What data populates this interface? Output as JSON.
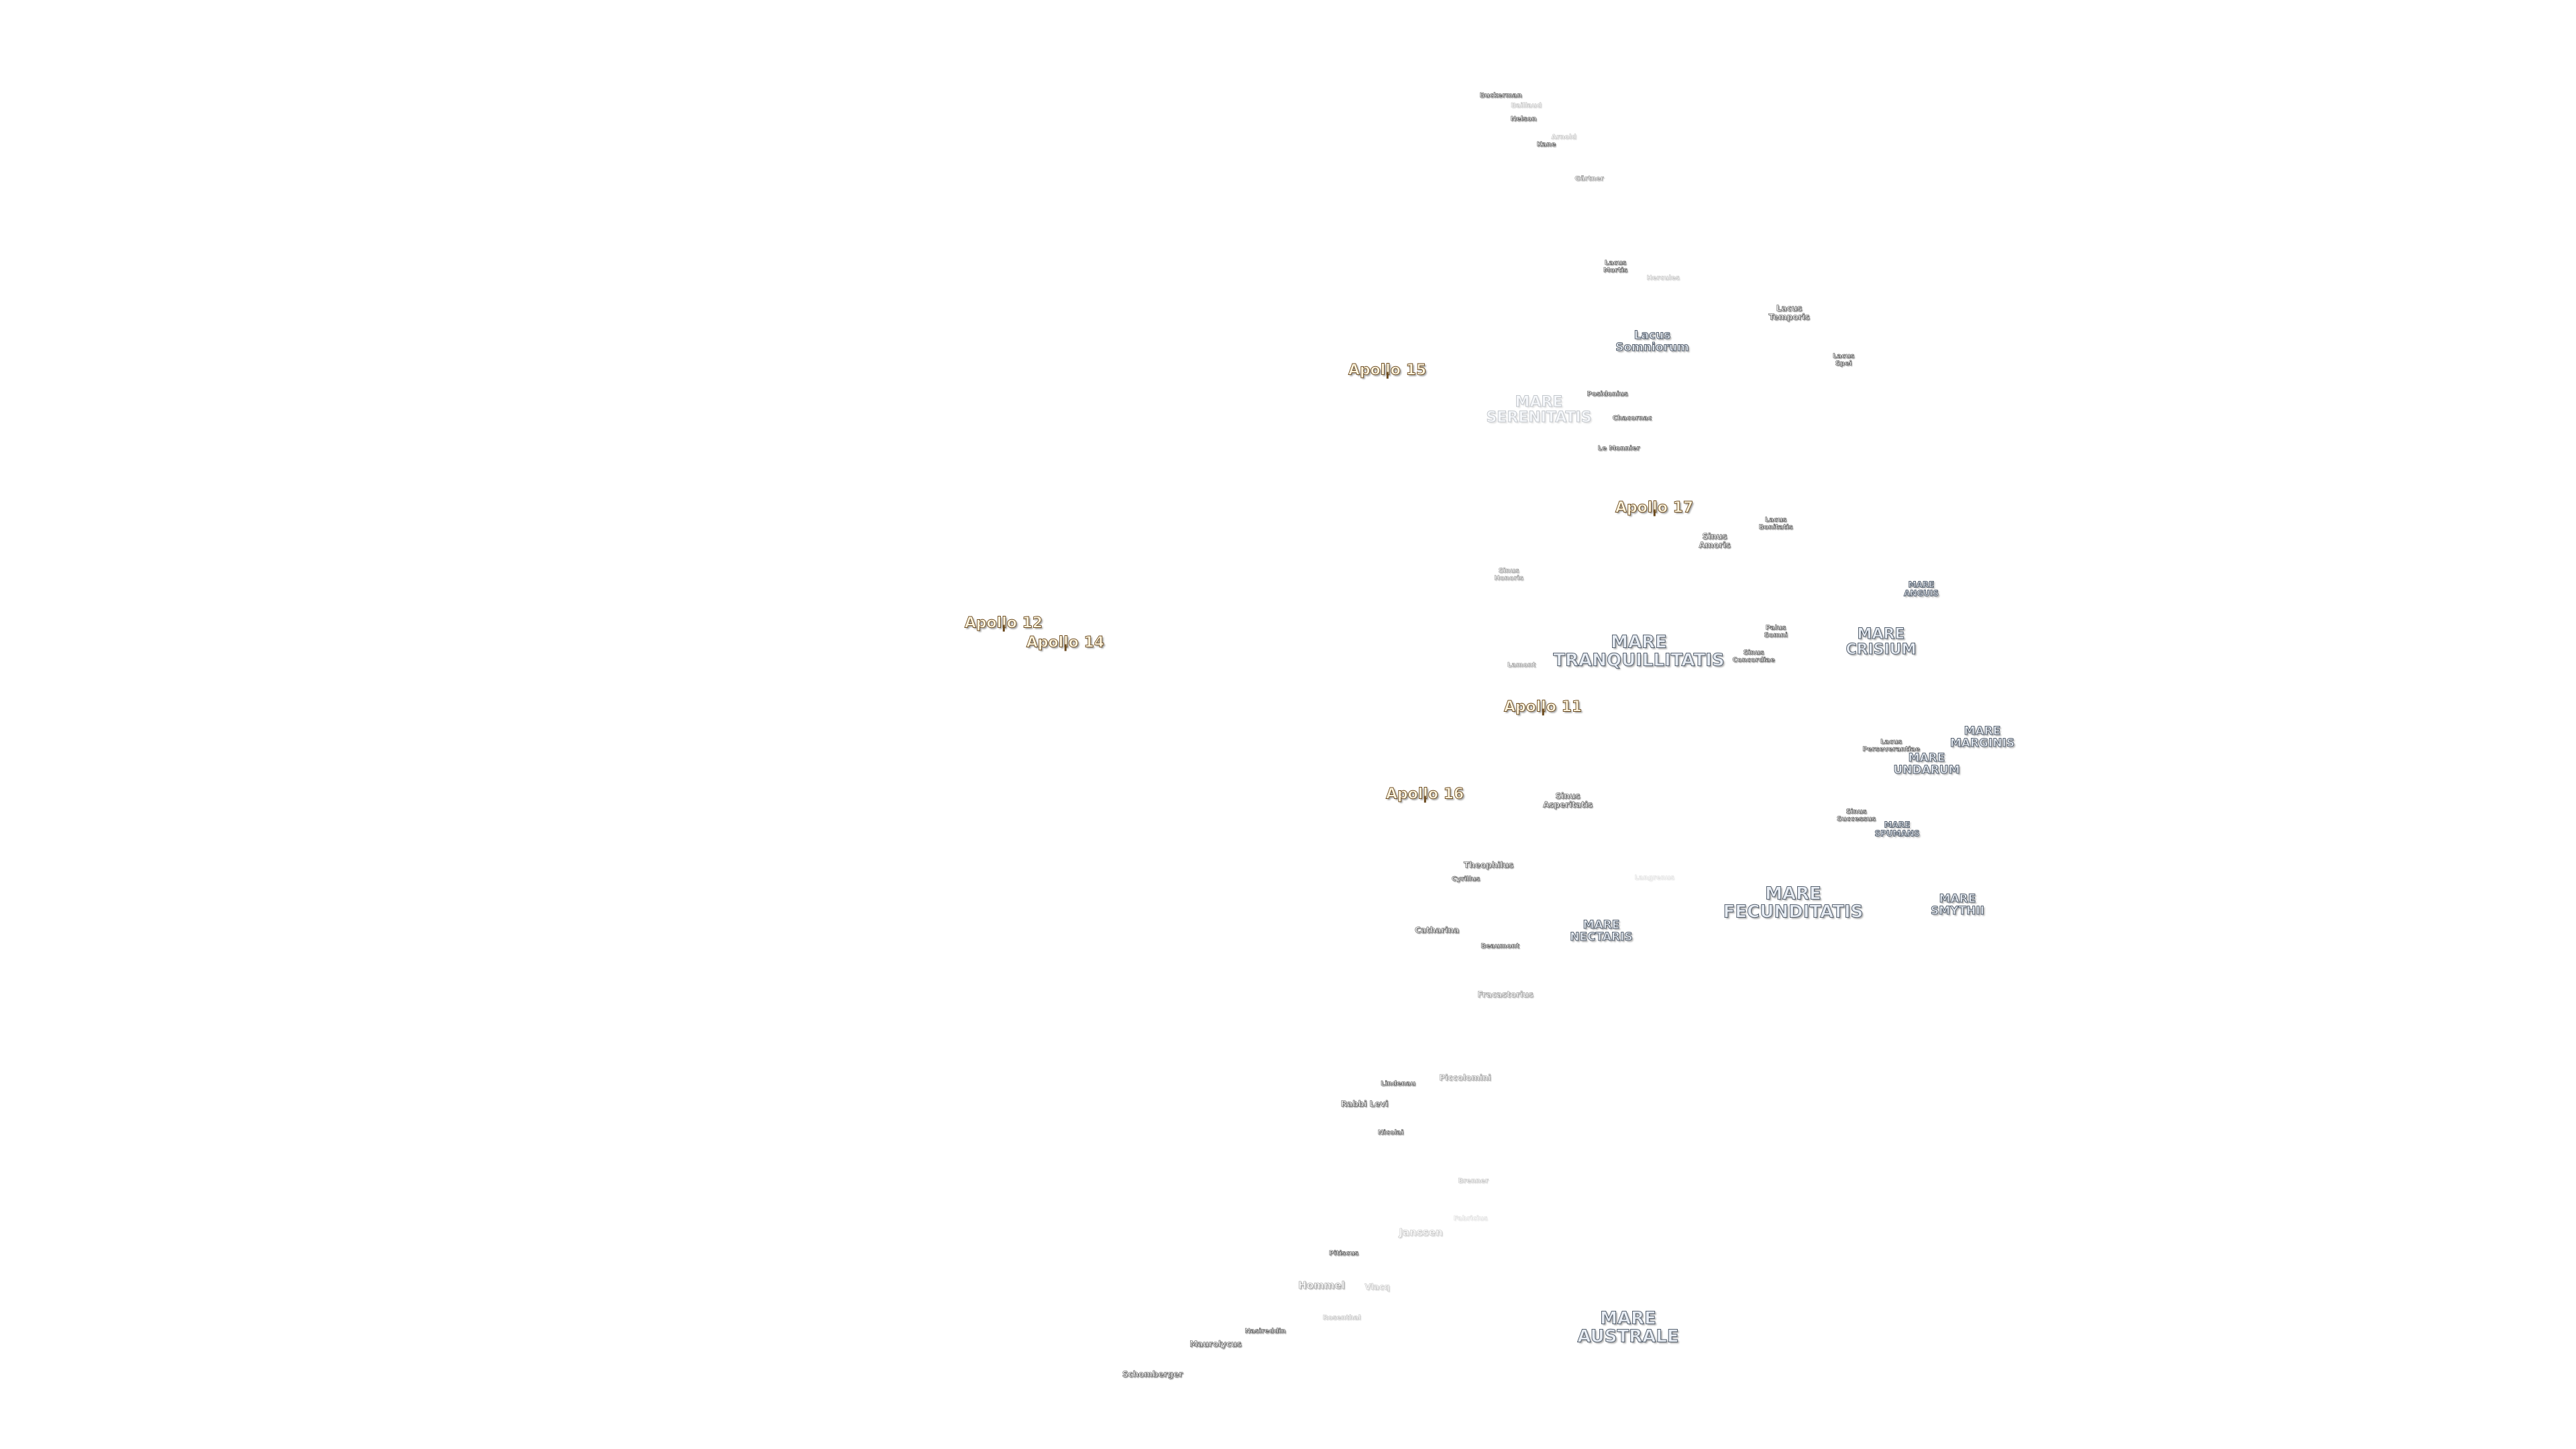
{
  "map": {
    "apollo_sites": [
      {
        "id": "apollo-15",
        "label": "Apollo 15"
      },
      {
        "id": "apollo-17",
        "label": "Apollo 17"
      },
      {
        "id": "apollo-12",
        "label": "Apollo 12"
      },
      {
        "id": "apollo-14",
        "label": "Apollo 14"
      },
      {
        "id": "apollo-11",
        "label": "Apollo 11"
      },
      {
        "id": "apollo-16",
        "label": "Apollo 16"
      }
    ],
    "maria": {
      "serenitatis": "MARE\nSERENITATIS",
      "tranquillitatis": "MARE\nTRANQUILLITATIS",
      "crisium": "MARE\nCRISIUM",
      "fecunditatis": "MARE\nFECUNDITATIS",
      "nectaris": "MARE\nNECTARIS",
      "smythii": "MARE\nSMYTHII",
      "marginis": "MARE\nMARGINIS",
      "undarum": "MARE\nUNDARUM",
      "spumans": "MARE\nSPUMANS",
      "anguis": "MARE\nANGUIS",
      "australe": "MARE\nAUSTRALE"
    },
    "lacus_sinus_palus": {
      "lacus_somniorum": "Lacus\nSomniorum",
      "lacus_mortis": "Lacus\nMortis",
      "lacus_temporis": "Lacus\nTemporis",
      "lacus_spei": "Lacus\nSpei",
      "lacus_bonitatis": "Lacus\nBonitatis",
      "sinus_amoris": "Sinus\nAmoris",
      "sinus_honoris": "Sinus\nHonoris",
      "palus_somni": "Palus\nSomni",
      "sinus_concordiae": "Sinus\nConcordiae",
      "lacus_perseverantiae": "Lacus\nPerseverantiae",
      "sinus_asperitatis": "Sinus\nAsperitatis",
      "sinus_successus": "Sinus\nSuccessus"
    },
    "craters": {
      "buckerman": "Buckerman",
      "baillaud": "Baillaud",
      "nelson": "Nelson",
      "arnold": "Arnold",
      "kane": "Kane",
      "gartner": "Gärtner",
      "hercules": "Hercules",
      "posidonius": "Posidonius",
      "chacornac": "Chacornac",
      "le_monnier": "Le Monnier",
      "lamont": "Lamont",
      "theophilus": "Theophilus",
      "cyrillus": "Cyrillus",
      "catharina": "Catharina",
      "beaumont": "Beaumont",
      "fracastorius": "Fracastorius",
      "langrenus": "Langrenus",
      "lindenau": "Lindenau",
      "piccolomini": "Piccolomini",
      "rabbi_levi": "Rabbi Levi",
      "nicolai": "Nicolai",
      "brenner": "Brenner",
      "janssen": "Janssen",
      "fabricius": "Fabricius",
      "pitiscus": "Pitiscus",
      "hommel": "Hommel",
      "vlacq": "Vlacq",
      "rosenthal": "Rosenthal",
      "nasireddin": "Nasireddin",
      "maurolycus": "Maurolycus",
      "schomberger": "Schomberger"
    }
  }
}
